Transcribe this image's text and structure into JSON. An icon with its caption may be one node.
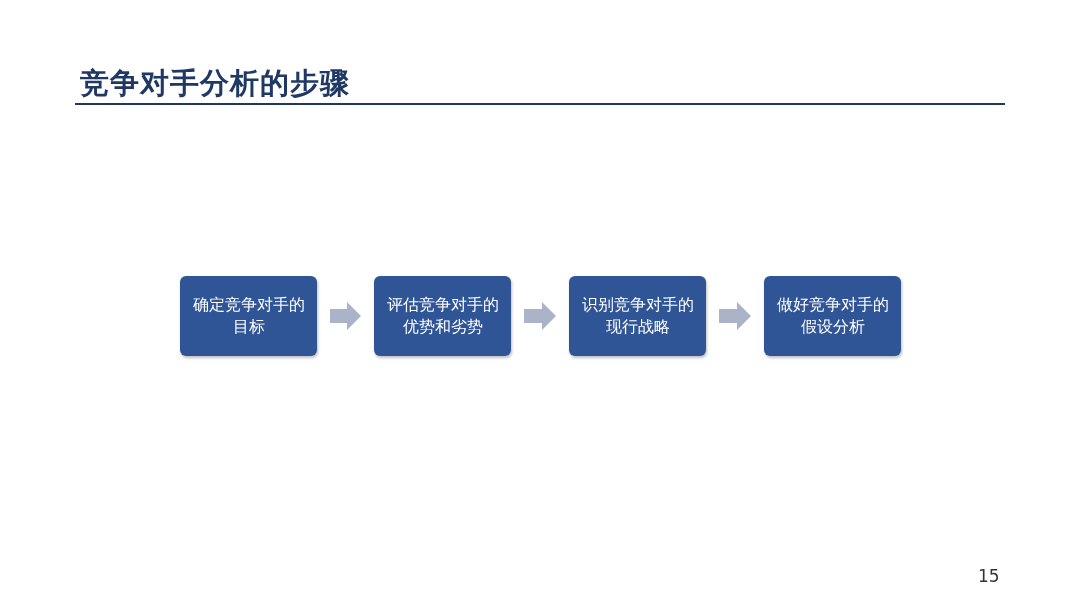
{
  "diagram": {
    "title": "竞争对手分析的步骤",
    "nodes": [
      {
        "text": [
          "确定竞争对手的目标"
        ]
      },
      {
        "text": [
          "评估竞争对手的优势和劣势"
        ]
      },
      {
        "text": [
          "识别竞争对手的现行战略"
        ]
      },
      {
        "text": [
          "做好竞争对手的假设分析"
        ]
      }
    ],
    "edges": [
      {
        "from": 0,
        "to": 1,
        "arrow": "to"
      },
      {
        "from": 1,
        "to": 2,
        "arrow": "to"
      },
      {
        "from": 2,
        "to": 3,
        "arrow": "to"
      }
    ],
    "labels": [
      "15"
    ]
  }
}
